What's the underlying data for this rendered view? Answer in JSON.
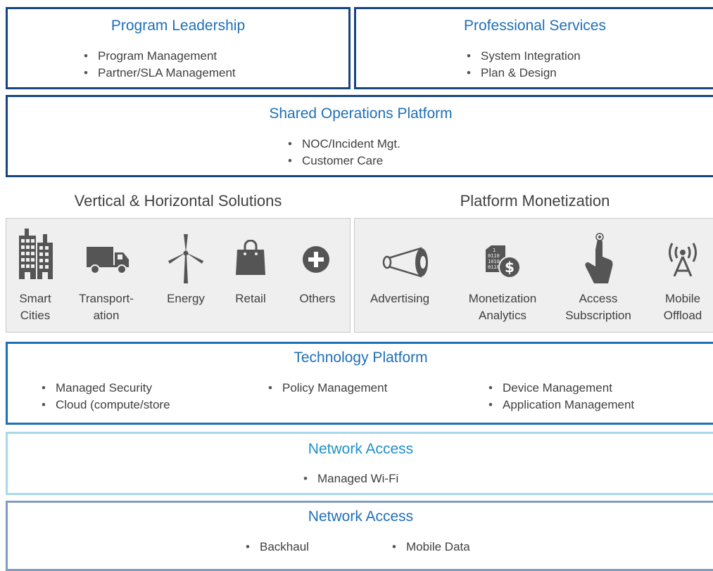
{
  "colors": {
    "dark_blue": "#17467f",
    "mid_blue": "#1f6fb5",
    "light_blue": "#6ec1e0",
    "very_light_blue": "#a9d9ea",
    "slate_blue": "#7f9cc3",
    "panel_bg": "#efefef",
    "icon_gray": "#555555"
  },
  "program_leadership": {
    "title": "Program Leadership",
    "items": [
      "Program Management",
      "Partner/SLA Management"
    ]
  },
  "professional_services": {
    "title": "Professional Services",
    "items": [
      "System Integration",
      "Plan & Design"
    ]
  },
  "shared_operations": {
    "title": "Shared Operations Platform",
    "items": [
      "NOC/Incident Mgt.",
      "Customer Care"
    ]
  },
  "vertical_solutions": {
    "heading": "Vertical & Horizontal Solutions",
    "tiles": [
      {
        "icon": "building-icon",
        "line1": "Smart",
        "line2": "Cities"
      },
      {
        "icon": "truck-icon",
        "line1": "Transport-",
        "line2": "ation"
      },
      {
        "icon": "wind-turbine-icon",
        "line1": "Energy",
        "line2": ""
      },
      {
        "icon": "shopping-bag-icon",
        "line1": "Retail",
        "line2": ""
      },
      {
        "icon": "plus-circle-icon",
        "line1": "Others",
        "line2": ""
      }
    ]
  },
  "platform_monetization": {
    "heading": "Platform Monetization",
    "tiles": [
      {
        "icon": "megaphone-icon",
        "line1": "Advertising",
        "line2": ""
      },
      {
        "icon": "data-coin-icon",
        "line1": "Monetization",
        "line2": "Analytics"
      },
      {
        "icon": "touch-hand-icon",
        "line1": "Access",
        "line2": "Subscription"
      },
      {
        "icon": "wireless-tower-icon",
        "line1": "Mobile",
        "line2": "Offload"
      }
    ]
  },
  "technology_platform": {
    "title": "Technology Platform",
    "col1": [
      "Managed Security",
      "Cloud (compute/store"
    ],
    "col2": [
      "Policy Management"
    ],
    "col3": [
      "Device Management",
      "Application Management"
    ]
  },
  "network_access_1": {
    "title": "Network Access",
    "items": [
      "Managed Wi-Fi"
    ]
  },
  "network_access_2": {
    "title": "Network Access",
    "col1": [
      "Backhaul"
    ],
    "col2": [
      "Mobile Data"
    ]
  }
}
